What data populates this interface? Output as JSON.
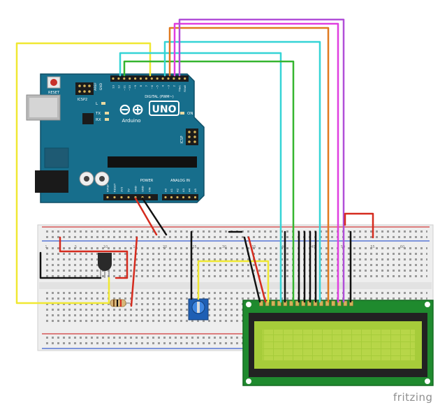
{
  "arduino": {
    "logo_symbol": "⊖⊕",
    "name": "UNO",
    "subtitle": "Arduino",
    "reset_label": "RESET",
    "icsp2_label": "ICSP2",
    "icsp_label": "ICSP",
    "digital_label": "DIGITAL (PWM~)",
    "analog_label": "ANALOG IN",
    "power_label": "POWER",
    "on_label": "ON",
    "l_label": "L",
    "tx_label": "TX",
    "rx_label": "RX",
    "aref_label": "AREF",
    "gnd_label": "GND",
    "top_pins": [
      "13",
      "12",
      "~11",
      "~10",
      "~9",
      "8",
      "7",
      "~6",
      "~5",
      "4",
      "~3",
      "2",
      "TX▸1",
      "RX◂0"
    ],
    "power_pins": [
      "IOREF",
      "RESET",
      "3V3",
      "5V",
      "GND",
      "GND",
      "VIN"
    ],
    "analog_pins": [
      "A0",
      "A1",
      "A2",
      "A3",
      "A4",
      "A5"
    ],
    "board_color": "#176e8c"
  },
  "breadboard": {
    "column_numbers": [
      "1",
      "5",
      "10",
      "15",
      "20",
      "25",
      "30",
      "35",
      "40",
      "45",
      "50",
      "55",
      "60"
    ]
  },
  "components": {
    "sensor": "temperature-sensor",
    "resistor": "resistor",
    "potentiometer": "potentiometer",
    "display": "16x2-lcd"
  },
  "lcd": {
    "screen_color": "#a6cc3a",
    "backlight_color": "#b8d94a"
  },
  "wire_colors": {
    "yellow": "#f0e832",
    "cyan": "#35d4d6",
    "green": "#35b52f",
    "orange": "#e07a20",
    "magenta": "#e03ee0",
    "purple": "#b14fd8",
    "red": "#d52b1e",
    "black": "#111111"
  },
  "footer": {
    "brand": "fritzing"
  }
}
